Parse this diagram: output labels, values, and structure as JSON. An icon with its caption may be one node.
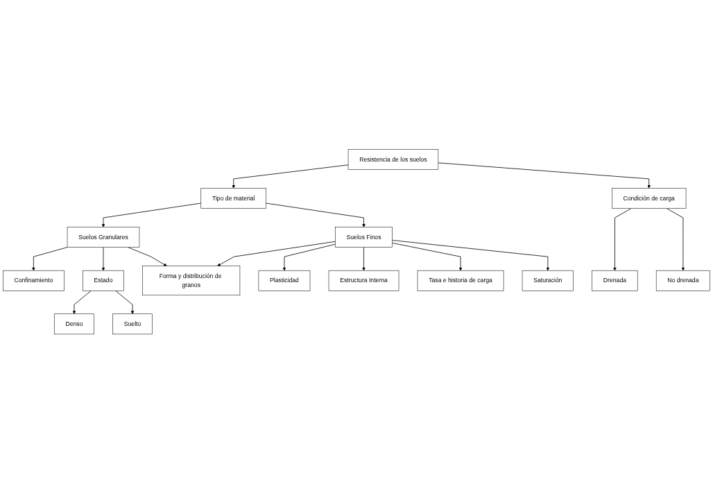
{
  "diagram": {
    "nodes": [
      {
        "text": [
          "Resistencia de los suelos"
        ]
      },
      {
        "text": [
          "Tipo de material"
        ]
      },
      {
        "text": [
          "Condición de carga"
        ]
      },
      {
        "text": [
          "Suelos Granulares"
        ]
      },
      {
        "text": [
          "Suelos Finos"
        ]
      },
      {
        "text": [
          "Drenada"
        ]
      },
      {
        "text": [
          "No drenada"
        ]
      },
      {
        "text": [
          "Confinamiento"
        ]
      },
      {
        "text": [
          "Saturación"
        ]
      },
      {
        "text": [
          "Estado"
        ]
      },
      {
        "text": [
          "Estructura Interna"
        ]
      },
      {
        "text": [
          "Tasa e historia de carga"
        ]
      },
      {
        "text": [
          "Denso"
        ]
      },
      {
        "text": [
          "Forma y distribución de granos"
        ]
      },
      {
        "text": [
          "Suelto"
        ]
      },
      {
        "text": [
          "Plasticidad"
        ]
      }
    ],
    "edges": [
      {
        "from": 0,
        "to": 1,
        "arrow": "to"
      },
      {
        "from": 0,
        "to": 2,
        "arrow": "to"
      },
      {
        "from": 1,
        "to": 3,
        "arrow": "to"
      },
      {
        "from": 1,
        "to": 4,
        "arrow": "to"
      },
      {
        "from": 2,
        "to": 5,
        "arrow": "to"
      },
      {
        "from": 2,
        "to": 6,
        "arrow": "to"
      },
      {
        "from": 3,
        "to": 7,
        "arrow": "to"
      },
      {
        "from": 3,
        "to": 9,
        "arrow": "to"
      },
      {
        "from": 3,
        "to": 13,
        "arrow": "to"
      },
      {
        "from": 4,
        "to": 13,
        "arrow": "to"
      },
      {
        "from": 4,
        "to": 15,
        "arrow": "to"
      },
      {
        "from": 4,
        "to": 10,
        "arrow": "to"
      },
      {
        "from": 4,
        "to": 11,
        "arrow": "to"
      },
      {
        "from": 4,
        "to": 8,
        "arrow": "to"
      },
      {
        "from": 9,
        "to": 12,
        "arrow": "to"
      },
      {
        "from": 9,
        "to": 14,
        "arrow": "to"
      }
    ]
  }
}
